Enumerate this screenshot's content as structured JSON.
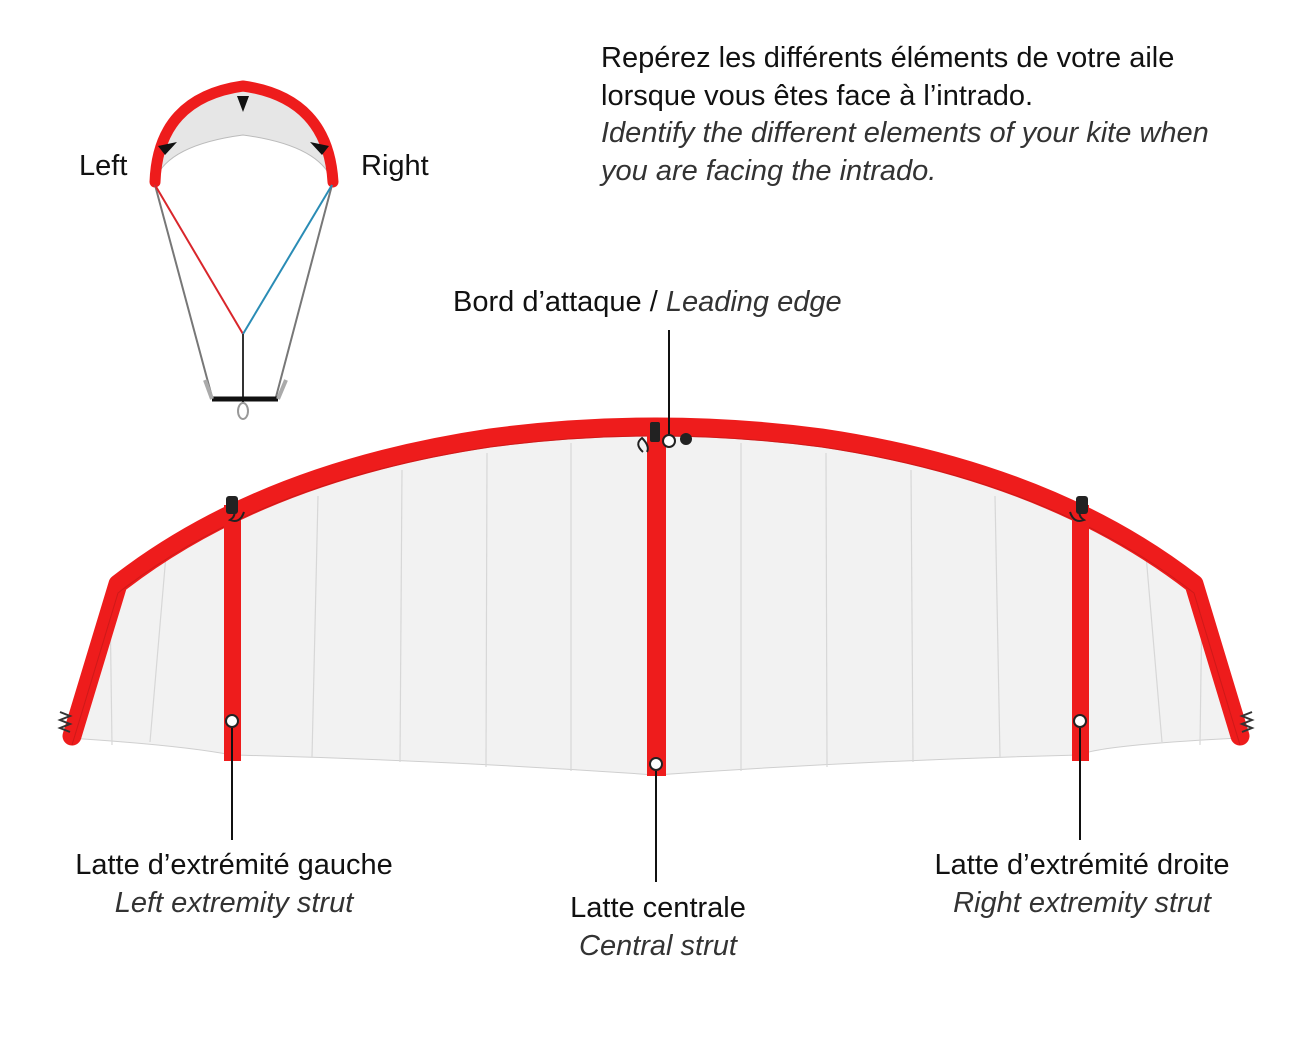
{
  "intro": {
    "fr_line1": "Repérez les différents éléments de votre aile",
    "fr_line2": "lorsque vous êtes face à l’intrado.",
    "en_line1": "Identify the different elements of your kite when",
    "en_line2": "you are facing the intrado."
  },
  "small_kite": {
    "left_label": "Left",
    "right_label": "Right"
  },
  "labels": {
    "leading_edge": {
      "fr": "Bord d’attaque",
      "sep": " / ",
      "en": "Leading edge"
    },
    "left_strut": {
      "fr": "Latte d’extrémité gauche",
      "en": "Left extremity strut"
    },
    "central_strut": {
      "fr": "Latte centrale",
      "en": "Central strut"
    },
    "right_strut": {
      "fr": "Latte d’extrémité droite",
      "en": "Right extremity strut"
    }
  },
  "colors": {
    "tube_red": "#ee1c1c",
    "canopy": "#f2f2f2",
    "line_red": "#d9262b",
    "line_blue": "#2a8cb5"
  }
}
